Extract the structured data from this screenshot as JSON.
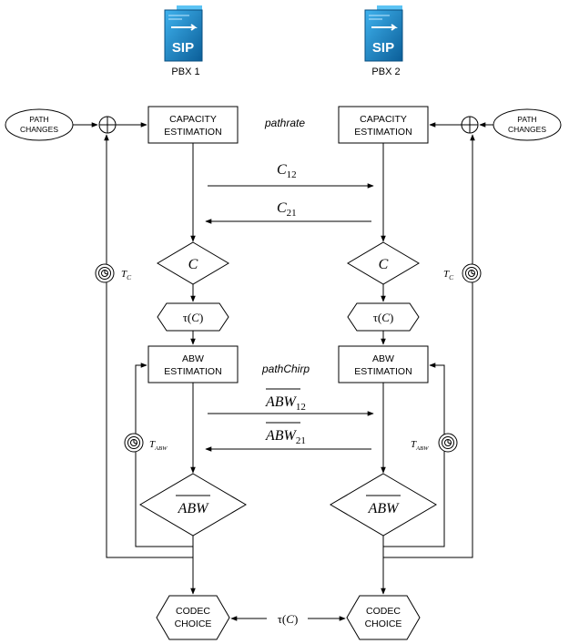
{
  "pbx": [
    {
      "icon": "sip-server-icon",
      "label": "PBX 1",
      "icon_text": "SIP"
    },
    {
      "icon": "sip-server-icon",
      "label": "PBX 2",
      "icon_text": "SIP"
    }
  ],
  "path_changes": {
    "line1": "PATH",
    "line2": "CHANGES"
  },
  "capacity": {
    "line1": "CAPACITY",
    "line2": "ESTIMATION",
    "tool": "pathrate"
  },
  "abw": {
    "line1": "ABW",
    "line2": "ESTIMATION",
    "tool": "pathChirp"
  },
  "arrows": {
    "c12": {
      "base": "C",
      "sub": "12"
    },
    "c21": {
      "base": "C",
      "sub": "21"
    },
    "abw12": {
      "base": "ABW",
      "sub": "12"
    },
    "abw21": {
      "base": "ABW",
      "sub": "21"
    }
  },
  "decision_c": "C",
  "tau_c": {
    "tau": "τ(",
    "var": "C",
    "close": ")"
  },
  "abw_avg": "ABW",
  "timers": {
    "tc": {
      "base": "T",
      "sub": "C"
    },
    "tabw": {
      "base": "T",
      "sub": "ABW"
    }
  },
  "codec": {
    "line1": "CODEC",
    "line2": "CHOICE"
  },
  "codec_link": {
    "tau": "τ(",
    "var": "C",
    "close": ")"
  },
  "colors": {
    "stroke": "#000000",
    "icon_dark": "#0d6fae",
    "icon_light": "#1f9be0"
  }
}
